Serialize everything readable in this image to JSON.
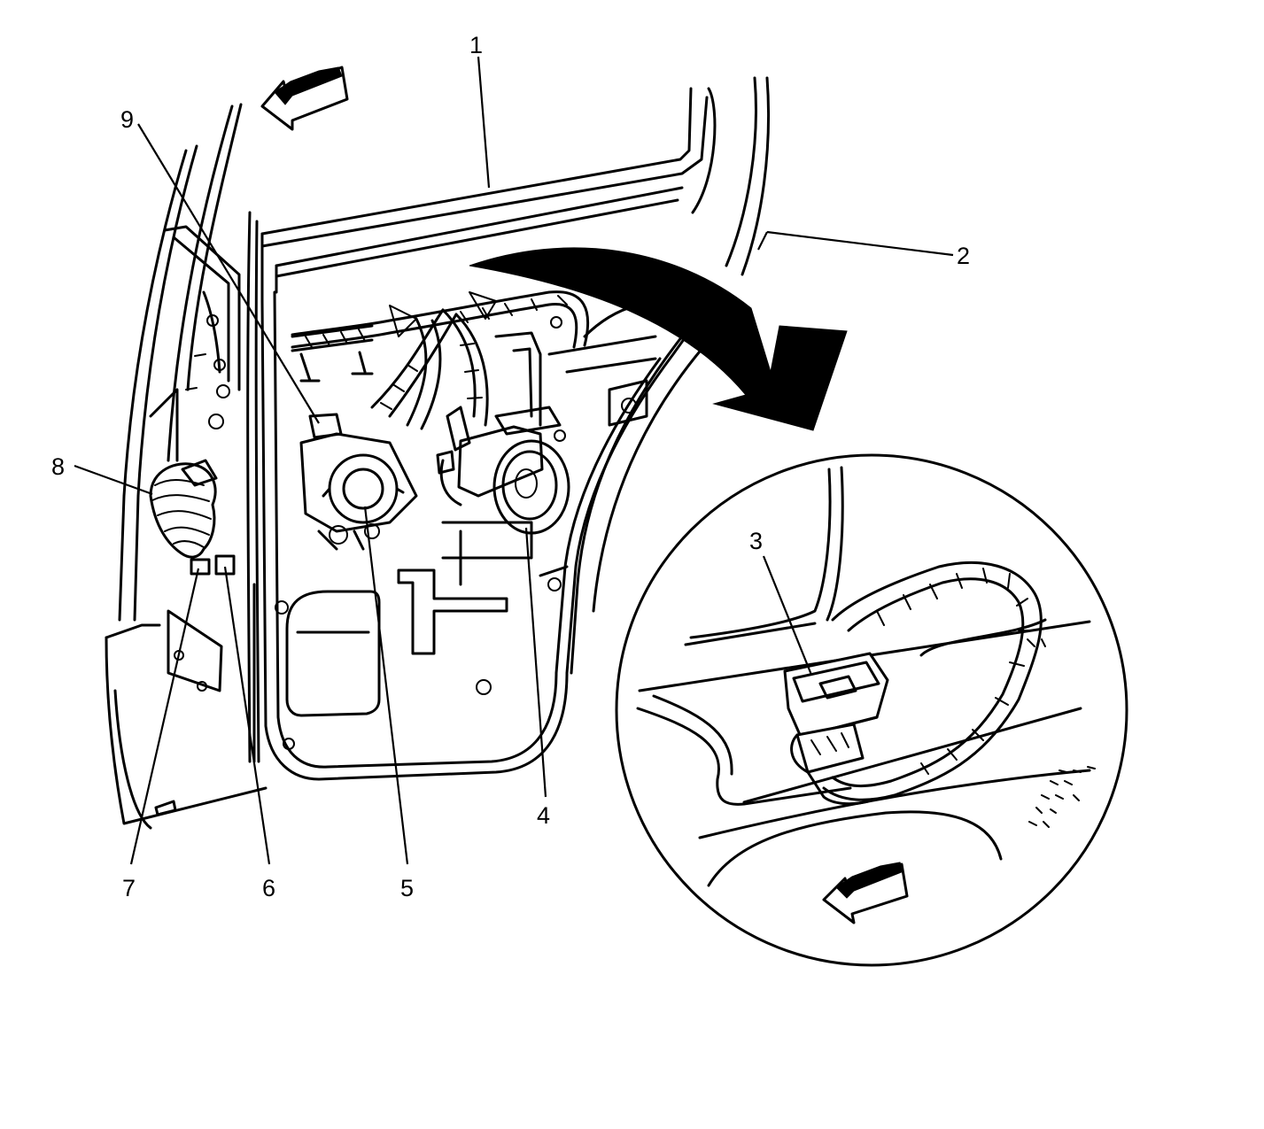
{
  "callouts": [
    {
      "id": "1",
      "text": "1"
    },
    {
      "id": "2",
      "text": "2"
    },
    {
      "id": "3",
      "text": "3"
    },
    {
      "id": "4",
      "text": "4"
    },
    {
      "id": "5",
      "text": "5"
    },
    {
      "id": "6",
      "text": "6"
    },
    {
      "id": "7",
      "text": "7"
    },
    {
      "id": "8",
      "text": "8"
    },
    {
      "id": "9",
      "text": "9"
    }
  ],
  "icons": {
    "forward_arrow": "front-direction-arrow-icon",
    "detail_arrow": "curved-detail-arrow-icon",
    "detail_forward_arrow": "front-direction-arrow-icon"
  }
}
